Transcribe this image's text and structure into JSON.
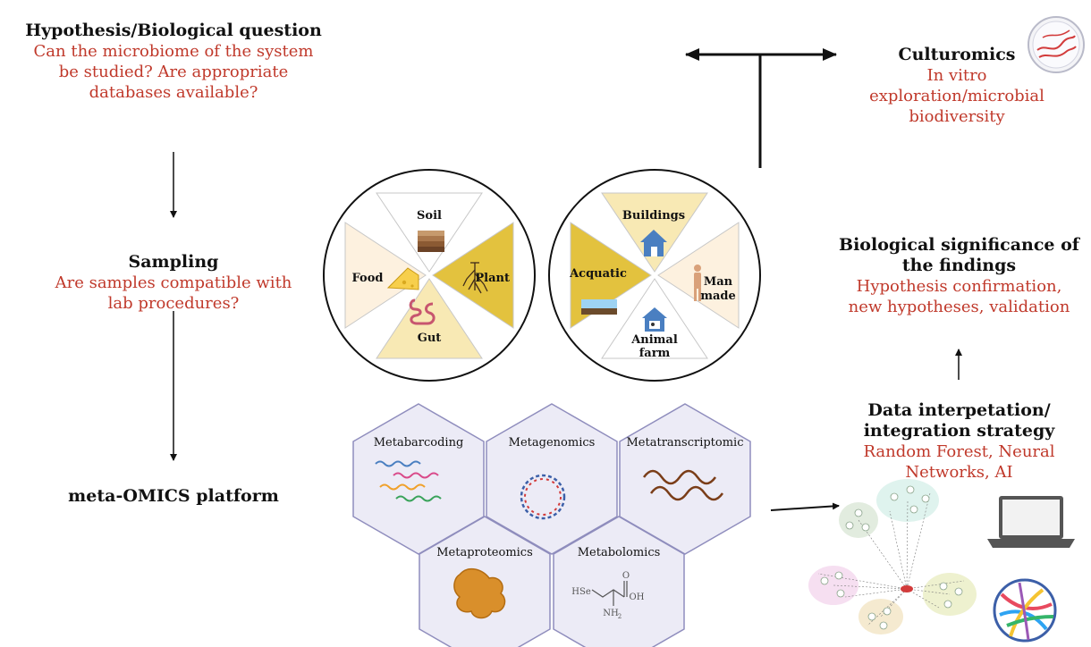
{
  "hypothesis": {
    "title": "Hypothesis/Biological question",
    "lines": [
      "Can the microbiome of the system",
      "be studied? Are appropriate",
      "databases available?"
    ]
  },
  "sampling": {
    "title": "Sampling",
    "lines": [
      "Are samples compatible with",
      "lab procedures?"
    ]
  },
  "platform": {
    "title": "meta-OMICS platform"
  },
  "culturomics": {
    "title": "Culturomics",
    "lines": [
      "In vitro",
      "exploration/microbial",
      "biodiversity"
    ]
  },
  "significance": {
    "title_lines": [
      "Biological significance of",
      "the findings"
    ],
    "lines": [
      "Hypothesis confirmation,",
      "new hypotheses, validation"
    ]
  },
  "integration": {
    "title_lines": [
      "Data interpetation/",
      "integration strategy"
    ],
    "lines": [
      "Random Forest, Neural",
      "Networks, AI"
    ]
  },
  "circle_left": {
    "segments": {
      "top": "Soil",
      "left": "Food",
      "right": "Plant",
      "bottom": "Gut"
    }
  },
  "circle_right": {
    "segments": {
      "top": "Buildings",
      "left": "Acquatic",
      "right_1": "Man",
      "right_2": "made",
      "bottom_1": "Animal",
      "bottom_2": "farm"
    }
  },
  "omics": {
    "metabarcoding": "Metabarcoding",
    "metagenomics": "Metagenomics",
    "metatranscriptomic": "Metatranscriptomic",
    "metaproteomics": "Metaproteomics",
    "metabolomics": "Metabolomics",
    "molecule": {
      "o": "O",
      "oh": "OH",
      "hse": "HSe",
      "nh2": "NH",
      "sub2": "2"
    }
  },
  "colors": {
    "title": "#111111",
    "question": "#c0392b",
    "hexagon_fill": "#ecebf6",
    "hexagon_stroke": "#8f8dbd",
    "segment_gold": "#e3c23e",
    "segment_light": "#f8e9b4",
    "segment_cream": "#fdf1df"
  }
}
